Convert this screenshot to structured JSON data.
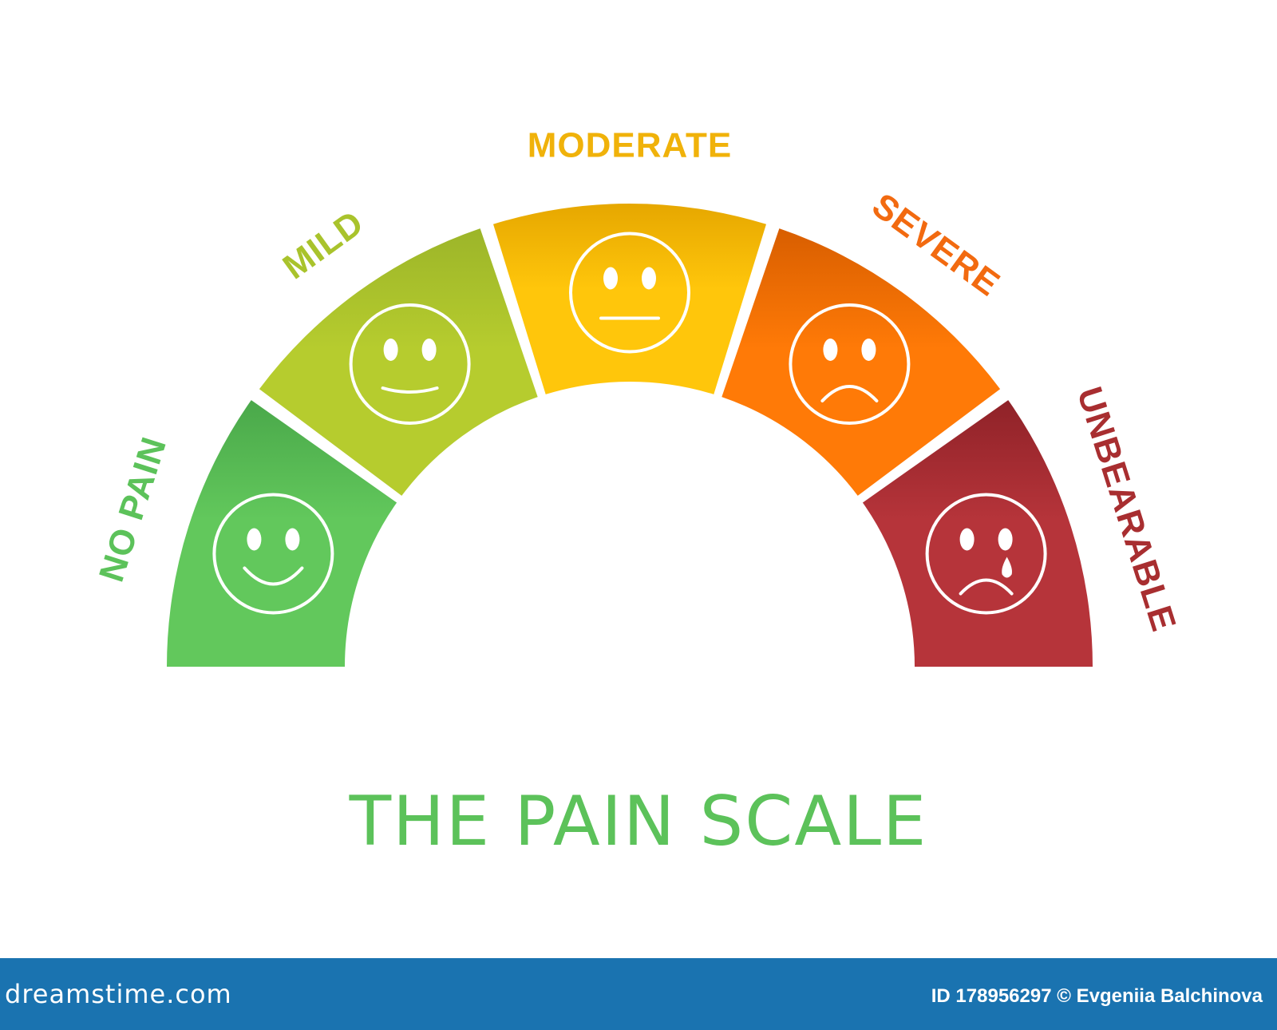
{
  "title": {
    "text": "THE PAIN SCALE",
    "color": "#5cc25a"
  },
  "segments": [
    {
      "label": "NO PAIN",
      "face": "smile-icon",
      "color_top": "#62c85c",
      "color_bottom": "#4aa84a",
      "label_color": "#5cc25a"
    },
    {
      "label": "MILD",
      "face": "slight-smile-icon",
      "color_top": "#b6cc2e",
      "color_bottom": "#9cb529",
      "label_color": "#a9c32c"
    },
    {
      "label": "MODERATE",
      "face": "neutral-icon",
      "color_top": "#ffc60b",
      "color_bottom": "#e6a700",
      "label_color": "#f0b20a"
    },
    {
      "label": "SEVERE",
      "face": "frown-icon",
      "color_top": "#ff7a07",
      "color_bottom": "#d85e00",
      "label_color": "#f26a10"
    },
    {
      "label": "UNBEARABLE",
      "face": "crying-icon",
      "color_top": "#b6343a",
      "color_bottom": "#8f2228",
      "label_color": "#a82e30"
    }
  ],
  "footer": {
    "brand": "dreamstime.com",
    "credit": "ID 178956297 © Evgeniia Balchinova",
    "color": "#1a73b0"
  }
}
